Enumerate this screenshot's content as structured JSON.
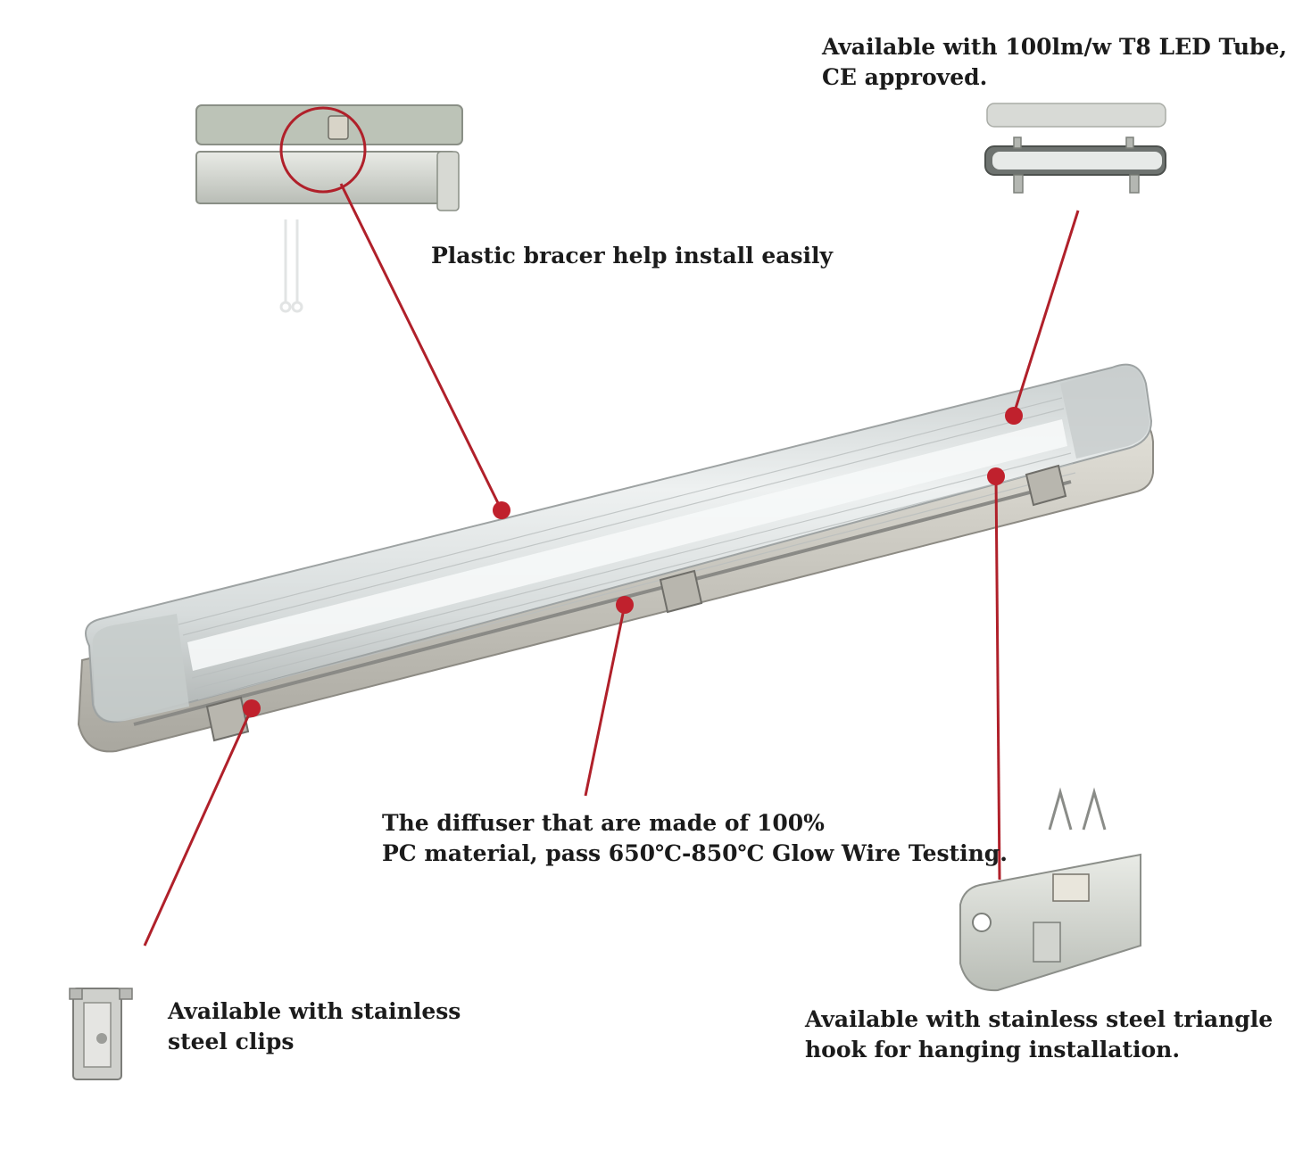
{
  "callouts": {
    "plastic_bracer": {
      "lines": [
        "Plastic bracer help install easily"
      ]
    },
    "led_tube": {
      "lines": [
        "Available with 100lm/w T8 LED Tube,",
        "CE approved."
      ]
    },
    "diffuser": {
      "lines": [
        "The diffuser that are made of 100%",
        "PC material, pass 650℃-850℃ Glow Wire Testing."
      ]
    },
    "steel_clips": {
      "lines": [
        "Available with stainless",
        "steel clips"
      ]
    },
    "triangle_hook": {
      "lines": [
        "Available with stainless steel triangle",
        "hook for hanging installation."
      ]
    }
  },
  "colors": {
    "leader_line": "#b0202a",
    "marker_dot": "#c0212d",
    "text": "#1b1b1b",
    "housing": "#d6d4cc",
    "diffuser": "#e6eaea"
  },
  "icons": [
    "light-fixture-icon",
    "bracer-detail-photo",
    "led-tube-photo",
    "steel-clip-photo",
    "triangle-hook-photo"
  ]
}
